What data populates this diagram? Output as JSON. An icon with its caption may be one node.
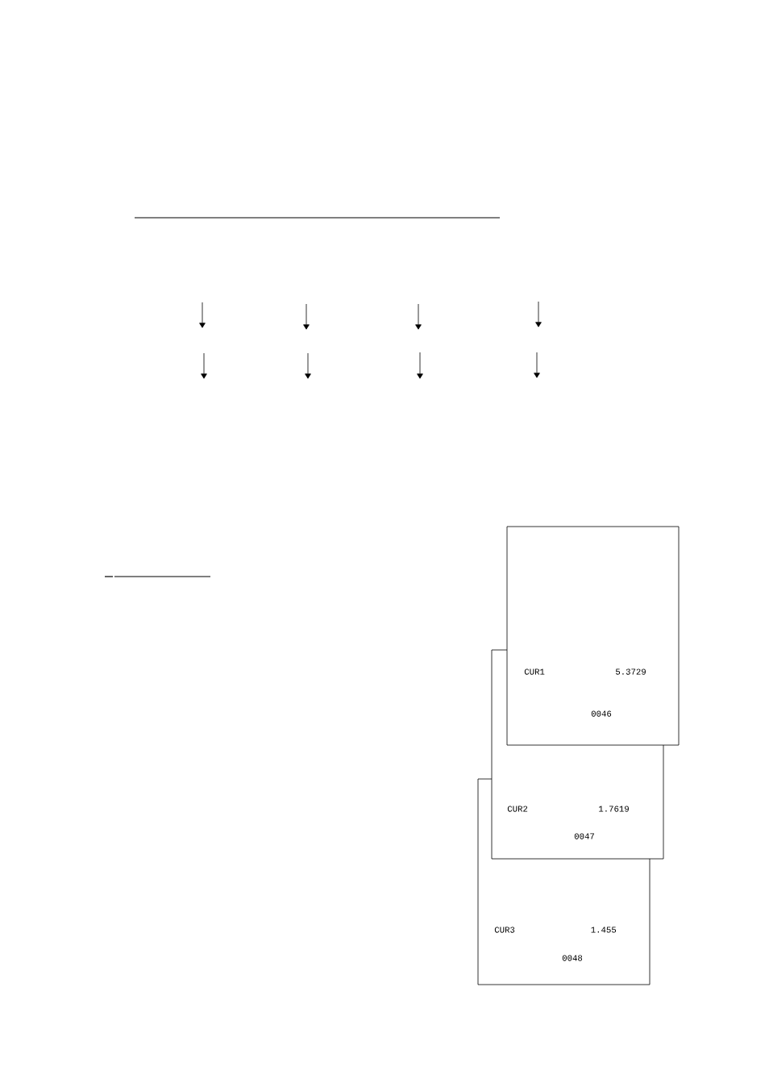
{
  "diagram": {
    "nodes": [
      {
        "text": [
          "CUR1",
          "5.3729",
          "0046"
        ]
      },
      {
        "text": [
          "CUR2",
          "1.7619",
          "0047"
        ]
      },
      {
        "text": [
          "CUR3",
          "1.455",
          "0048"
        ]
      }
    ]
  }
}
